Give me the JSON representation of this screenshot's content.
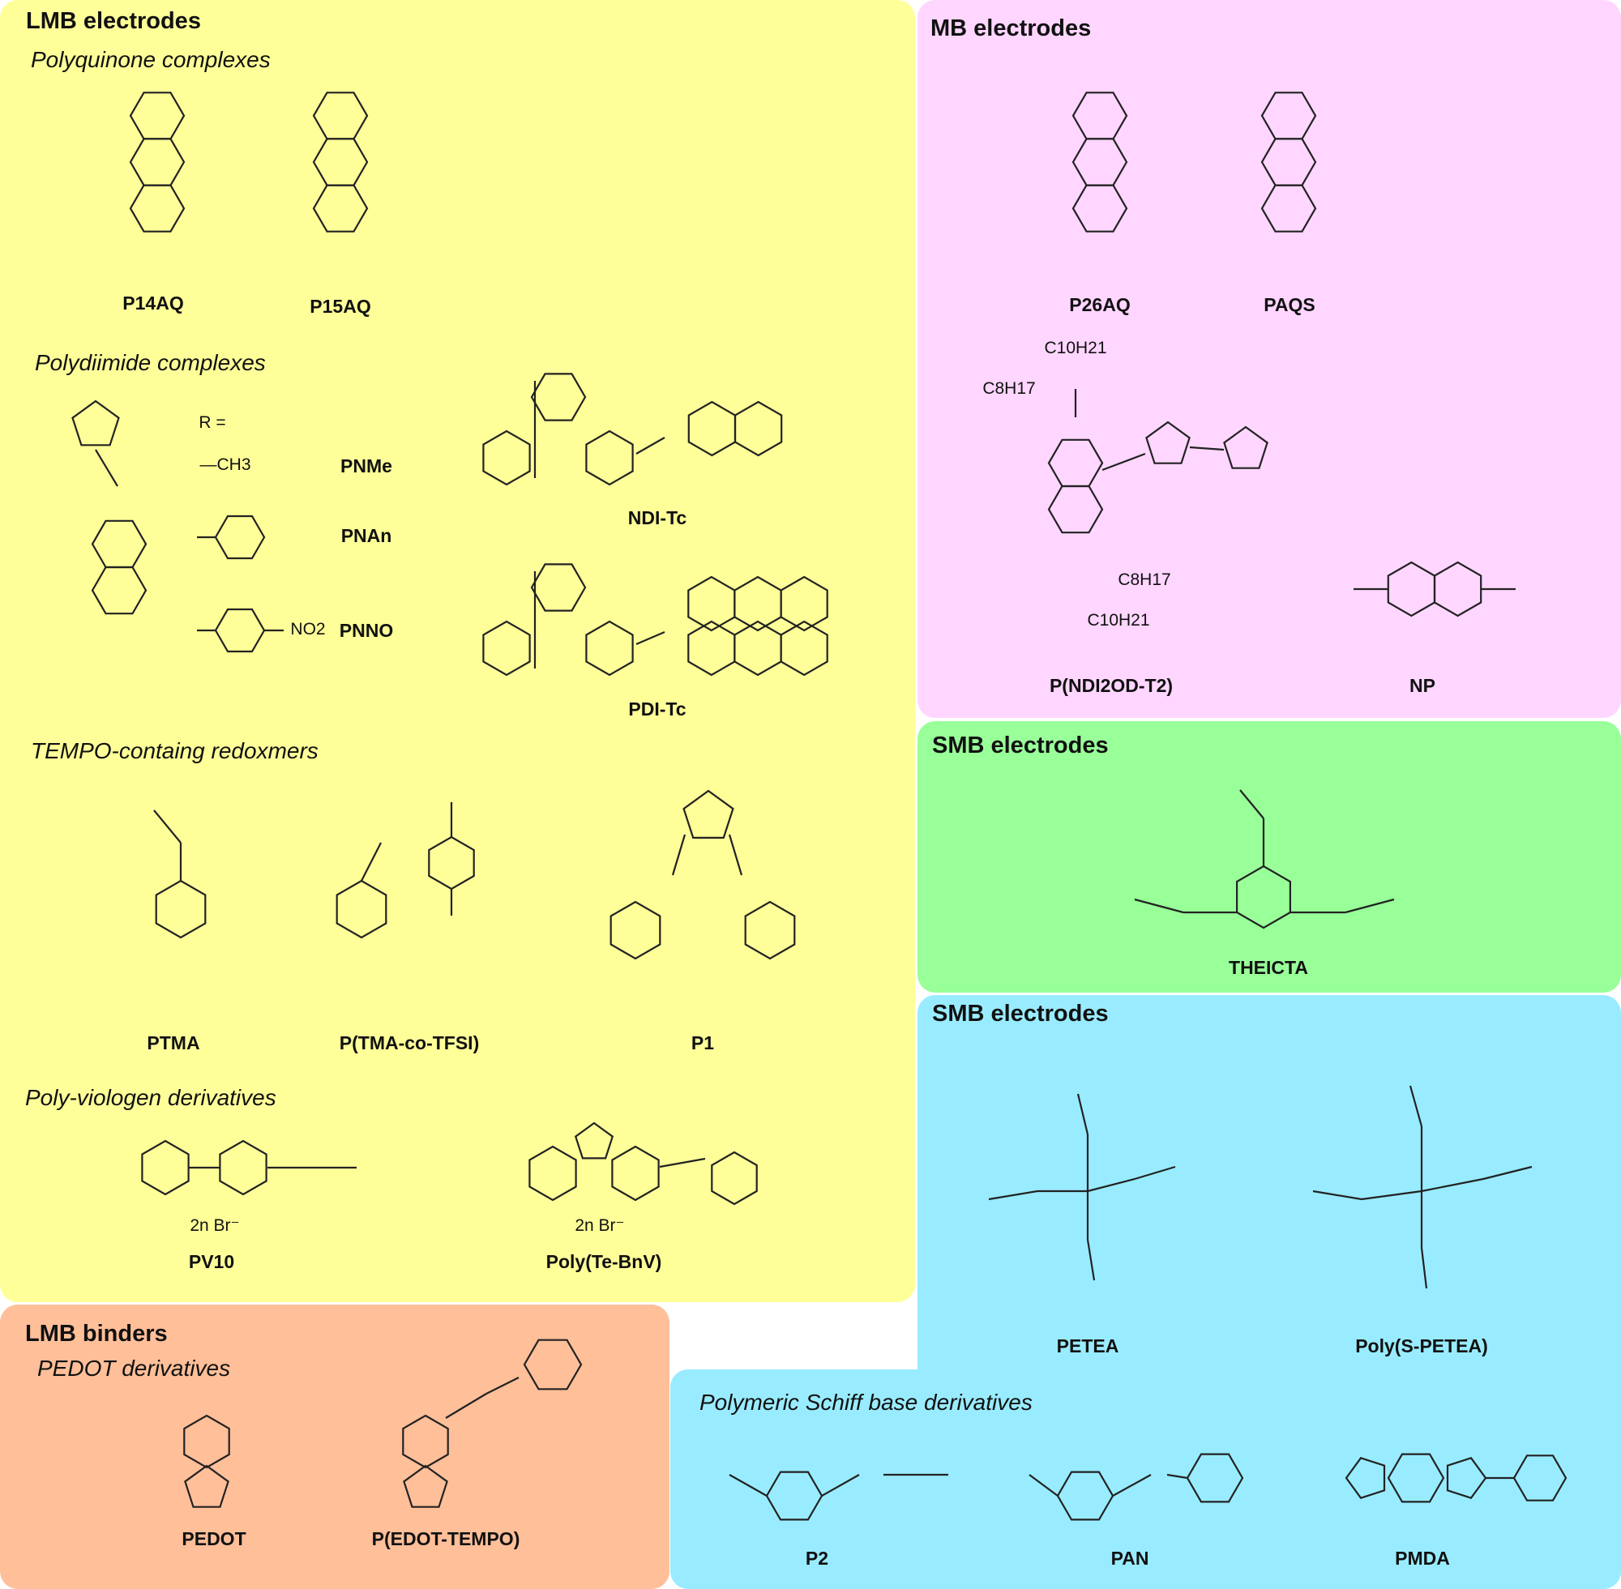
{
  "colors": {
    "lmb_electrodes": "#ffff99",
    "mb_electrodes": "#ffd6ff",
    "smb_electrodes_green": "#99ff99",
    "smb_electrodes_blue": "#99ecff",
    "lmb_binders": "#ffbf99"
  },
  "lmb_electrodes": {
    "title": "LMB electrodes",
    "groups": [
      {
        "title": "Polyquinone complexes",
        "compounds": [
          "P14AQ",
          "P15AQ"
        ]
      },
      {
        "title": "Polydiimide complexes",
        "compounds": [
          "PNMe",
          "PNAn",
          "PNNO",
          "NDI-Tc",
          "PDI-Tc"
        ],
        "r_label": "R =",
        "r_groups": [
          "—CH3",
          "NO2"
        ]
      },
      {
        "title": "TEMPO-containg redoxmers",
        "compounds": [
          "PTMA",
          "P(TMA-co-TFSI)",
          "P1"
        ]
      },
      {
        "title": "Poly-viologen derivatives",
        "compounds": [
          "PV10",
          "Poly(Te-BnV)"
        ],
        "counter_ion": "2n Br⁻"
      }
    ]
  },
  "mb_electrodes": {
    "title": "MB electrodes",
    "compounds": [
      "P26AQ",
      "PAQS",
      "P(NDI2OD-T2)",
      "NP"
    ],
    "side_chains": [
      "C10H21",
      "C8H17"
    ]
  },
  "smb_electrodes_1": {
    "title": "SMB electrodes",
    "compounds": [
      "THEICTA"
    ]
  },
  "smb_electrodes_2": {
    "title": "SMB electrodes",
    "compounds": [
      "PETEA",
      "Poly(S-PETEA)"
    ],
    "schiff_title": "Polymeric Schiff base derivatives",
    "schiff_compounds": [
      "P2",
      "PAN",
      "PMDA"
    ]
  },
  "lmb_binders": {
    "title": "LMB binders",
    "subtitle": "PEDOT derivatives",
    "compounds": [
      "PEDOT",
      "P(EDOT-TEMPO)"
    ]
  }
}
